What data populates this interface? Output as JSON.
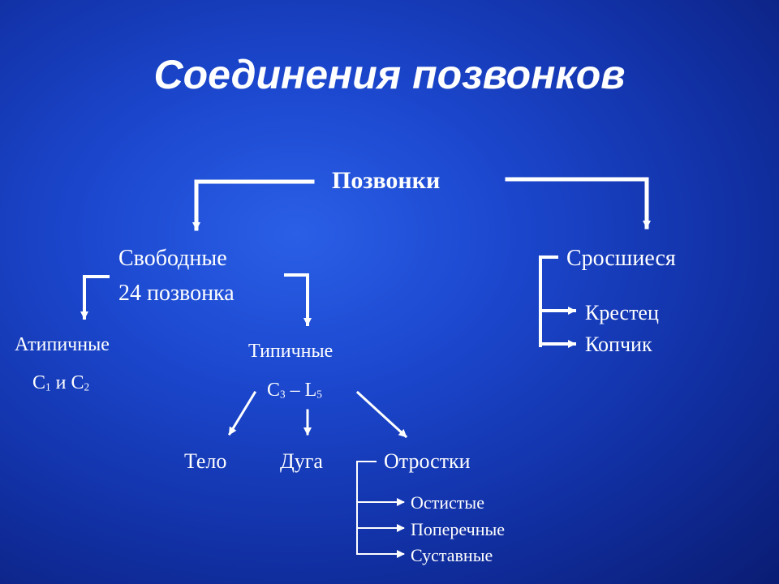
{
  "title": "Соединения позвонков",
  "root": "Позвонки",
  "free": {
    "label": "Свободные",
    "count": "24 позвонка",
    "atypical": {
      "label": "Атипичные",
      "code_a": "C",
      "sub_a": "1",
      "conj": "и",
      "code_b": "C",
      "sub_b": "2"
    },
    "typical": {
      "label": "Типичные",
      "code_a": "C",
      "sub_a": "3",
      "dash": "–",
      "code_b": "L",
      "sub_b": "5"
    },
    "parts": [
      "Тело",
      "Дуга",
      "Отростки"
    ],
    "processes": [
      "Остистые",
      "Поперечные",
      "Суставные"
    ]
  },
  "fused": {
    "label": "Сросшиеся",
    "items": [
      "Крестец",
      "Копчик"
    ]
  }
}
